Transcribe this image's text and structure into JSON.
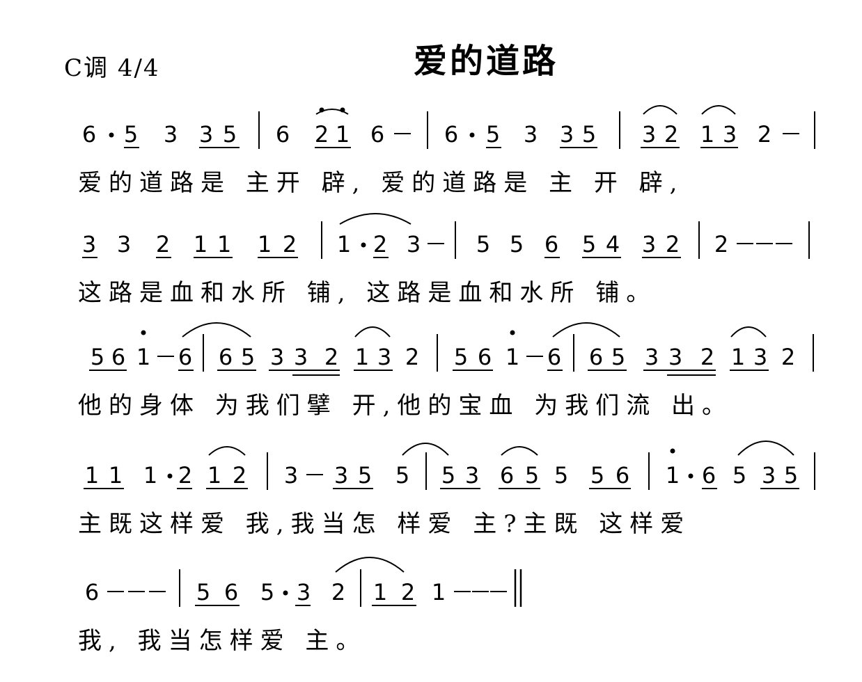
{
  "header": {
    "key_signature": "C调  4/4",
    "title": "爱的道路"
  },
  "rows": [
    {
      "notes": "6·5 3 35 | 6 2̇1̇ 6 - | 6·5 3 35 | 32 13 2 - |",
      "lyrics": "爱的道路是 主开 辟, 爱的道路是 主 开 辟,"
    },
    {
      "notes": "3 3 2 11 12 | 1·2 3 - | 5 5 6 54 32 | 2 - - - |",
      "lyrics": "这路是血和水所 铺, 这路是血和水所 铺。"
    },
    {
      "notes": "56 1̇ - 6 | 65 332 13 2 | 56 1̇ - 6 | 65 332 13 2 |",
      "lyrics": "他的身体 为我们擘 开,他的宝血 为我们流 出。"
    },
    {
      "notes": "11 1·2 12 | 3 - 35 5 | 53 65 5 56 | 1̇·6 5 35 |",
      "lyrics": "主既这样爱 我,我当怎 样爱 主?主既 这样爱"
    },
    {
      "notes": "6 - - - | 56 5·3 2 | 12 1 - - ‖",
      "lyrics": "我, 我当怎样爱 主。"
    }
  ]
}
